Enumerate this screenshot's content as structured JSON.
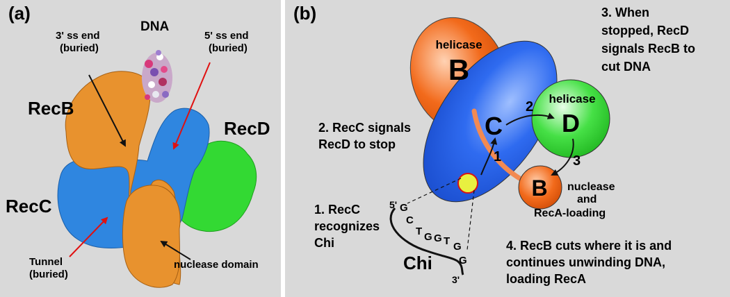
{
  "panel_a": {
    "tag": "(a)",
    "labels": {
      "dna": "DNA",
      "three_prime_end": "3' ss end",
      "three_prime_buried": "(buried)",
      "five_prime_end": "5' ss end",
      "five_prime_buried": "(buried)",
      "recb": "RecB",
      "recd": "RecD",
      "recc": "RecC",
      "tunnel": "Tunnel",
      "tunnel_buried": "(buried)",
      "nuclease_domain": "nuclease domain"
    },
    "colors": {
      "recb": "#e8922e",
      "recc": "#2f86e0",
      "recd": "#33d933",
      "arrow_red": "#e01010",
      "arrow_black": "#111111"
    }
  },
  "panel_b": {
    "tag": "(b)",
    "helicase_b_label": "helicase",
    "helicase_b_letter": "B",
    "recc_letter": "C",
    "helicase_d_label": "helicase",
    "helicase_d_letter": "D",
    "nuclease_b_letter": "B",
    "nuclease_label_1": "nuclease",
    "nuclease_label_2": "and",
    "nuclease_label_3": "RecA-loading",
    "step_numbers": [
      "1",
      "2",
      "3"
    ],
    "step3_lines": [
      "3. When",
      "stopped, RecD",
      "signals RecB to",
      "cut DNA"
    ],
    "step2_lines": [
      "2. RecC signals",
      "RecD to stop"
    ],
    "step1_lines": [
      "1. RecC",
      "recognizes",
      "Chi"
    ],
    "step4_lines": [
      "4. RecB cuts where it is and",
      "continues unwinding DNA,",
      "loading RecA"
    ],
    "dna_5prime": "5'",
    "dna_3prime": "3'",
    "chi_label": "Chi",
    "chi_sequence": [
      "G",
      "C",
      "T",
      "G",
      "G",
      "T",
      "G",
      "G"
    ],
    "colors": {
      "recb": "#f26a1b",
      "recc": "#1f5ee0",
      "recd": "#3ad63a",
      "chi_site": "#e8f040"
    }
  }
}
